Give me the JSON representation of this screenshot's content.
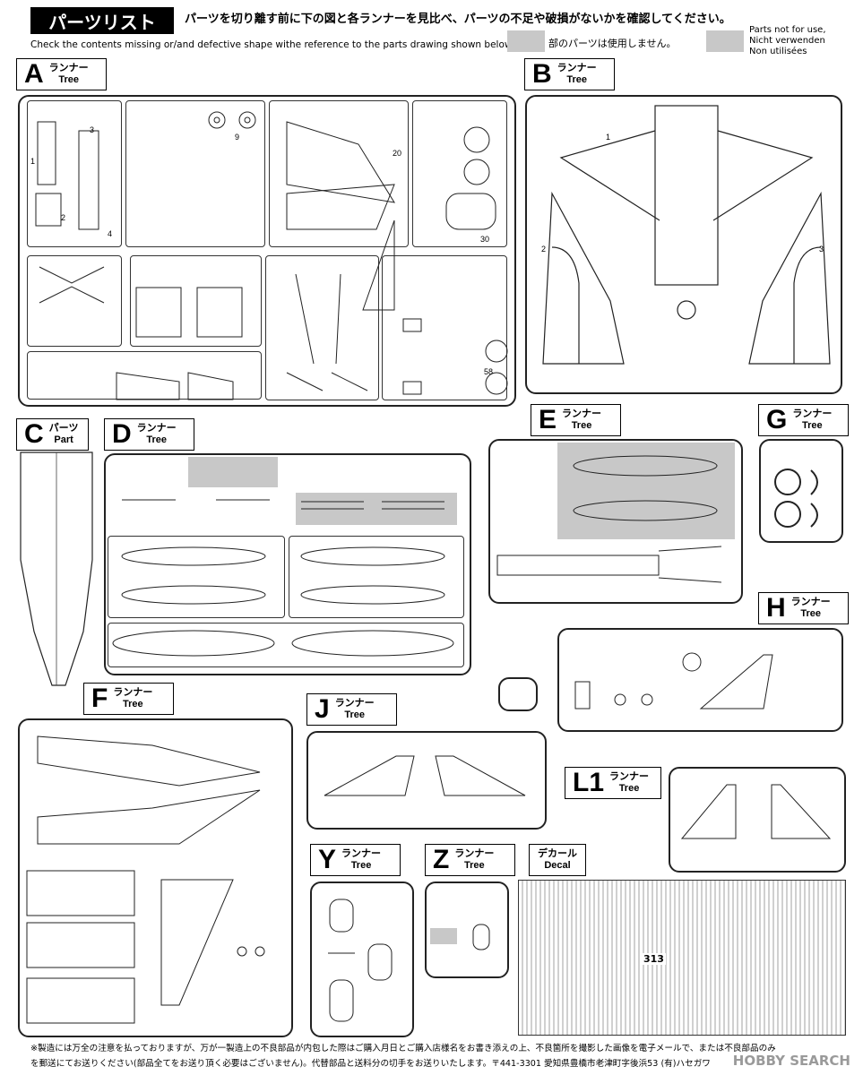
{
  "header": {
    "title": "パーツリスト",
    "instruction_jp": "パーツを切り離す前に下の図と各ランナーを見比べ、パーツの不足や破損がないかを確認してください。",
    "instruction_en": "Check the contents missing or/and defective shape withe reference to the parts drawing shown below.",
    "legend_jp": "部のパーツは使用しません。",
    "legend_en_1": "Parts not for use,",
    "legend_en_2": "Nicht verwenden",
    "legend_en_3": "Non utilisées"
  },
  "runners": {
    "A": {
      "letter": "A",
      "jp": "ランナー",
      "en": "Tree"
    },
    "B": {
      "letter": "B",
      "jp": "ランナー",
      "en": "Tree"
    },
    "C": {
      "letter": "C",
      "jp": "パーツ",
      "en": "Part"
    },
    "D": {
      "letter": "D",
      "jp": "ランナー",
      "en": "Tree"
    },
    "E": {
      "letter": "E",
      "jp": "ランナー",
      "en": "Tree"
    },
    "G": {
      "letter": "G",
      "jp": "ランナー",
      "en": "Tree"
    },
    "H": {
      "letter": "H",
      "jp": "ランナー",
      "en": "Tree"
    },
    "F": {
      "letter": "F",
      "jp": "ランナー",
      "en": "Tree"
    },
    "J": {
      "letter": "J",
      "jp": "ランナー",
      "en": "Tree"
    },
    "L1": {
      "letter": "L1",
      "jp": "ランナー",
      "en": "Tree"
    },
    "Y": {
      "letter": "Y",
      "jp": "ランナー",
      "en": "Tree"
    },
    "Z": {
      "letter": "Z",
      "jp": "ランナー",
      "en": "Tree"
    },
    "Decal": {
      "jp": "デカール",
      "en": "Decal"
    }
  },
  "decal": {
    "code": "313"
  },
  "footer": {
    "line1": "※製造には万全の注意を払っておりますが、万が一製造上の不良部品が内包した際はご購入月日とご購入店様名をお書き添えの上、不良箇所を撮影した画像を電子メールで、または不良部品のみ",
    "line2": "を郵送にてお送りください(部品全てをお送り頂く必要はございません)。代替部品と送料分の切手をお送りいたします。〒441-3301 愛知県豊橋市老津町字後浜53 (有)ハセガワ"
  },
  "watermark": "HOBBY SEARCH"
}
